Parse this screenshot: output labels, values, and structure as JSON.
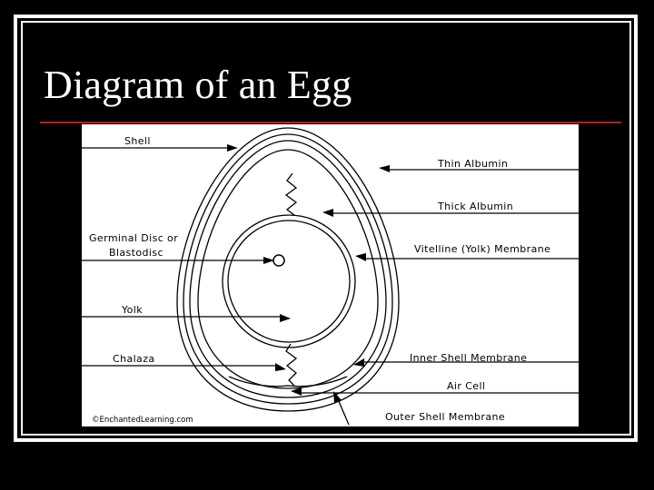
{
  "slide": {
    "title": "Diagram of an Egg"
  },
  "diagram": {
    "labels": {
      "shell": "Shell",
      "thin_albumin": "Thin Albumin",
      "thick_albumin": "Thick Albumin",
      "germinal_disc_line1": "Germinal Disc or",
      "germinal_disc_line2": "Blastodisc",
      "vitelline_membrane": "Vitelline (Yolk) Membrane",
      "yolk": "Yolk",
      "chalaza": "Chalaza",
      "inner_shell_membrane": "Inner Shell Membrane",
      "air_cell": "Air Cell",
      "outer_shell_membrane": "Outer Shell Membrane"
    },
    "credit": "©EnchantedLearning.com"
  },
  "colors": {
    "background": "#000000",
    "title_rule": "#c01a1a",
    "panel": "#ffffff"
  }
}
